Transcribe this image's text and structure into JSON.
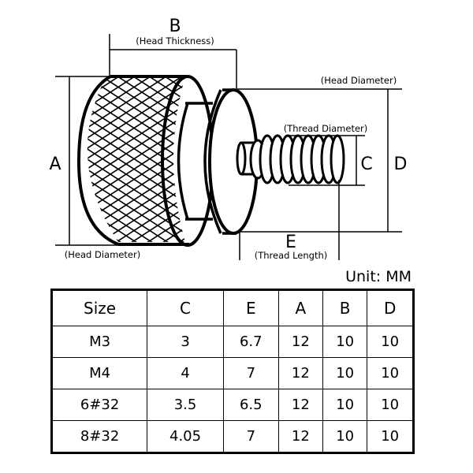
{
  "diagram": {
    "labels": {
      "B": {
        "letter": "B",
        "caption": "(Head Thickness)"
      },
      "A": {
        "letter": "A",
        "caption": "(Head Diameter)"
      },
      "D": {
        "letter": "D",
        "caption": "(Head Diameter)"
      },
      "C": {
        "letter": "C",
        "caption": "(Thread Diameter)"
      },
      "E": {
        "letter": "E",
        "caption": "(Thread Length)"
      }
    }
  },
  "unit_label": "Unit: MM",
  "table": {
    "headers": [
      "Size",
      "C",
      "E",
      "A",
      "B",
      "D"
    ],
    "rows": [
      [
        "M3",
        "3",
        "6.7",
        "12",
        "10",
        "10"
      ],
      [
        "M4",
        "4",
        "7",
        "12",
        "10",
        "10"
      ],
      [
        "6#32",
        "3.5",
        "6.5",
        "12",
        "10",
        "10"
      ],
      [
        "8#32",
        "4.05",
        "7",
        "12",
        "10",
        "10"
      ]
    ]
  }
}
